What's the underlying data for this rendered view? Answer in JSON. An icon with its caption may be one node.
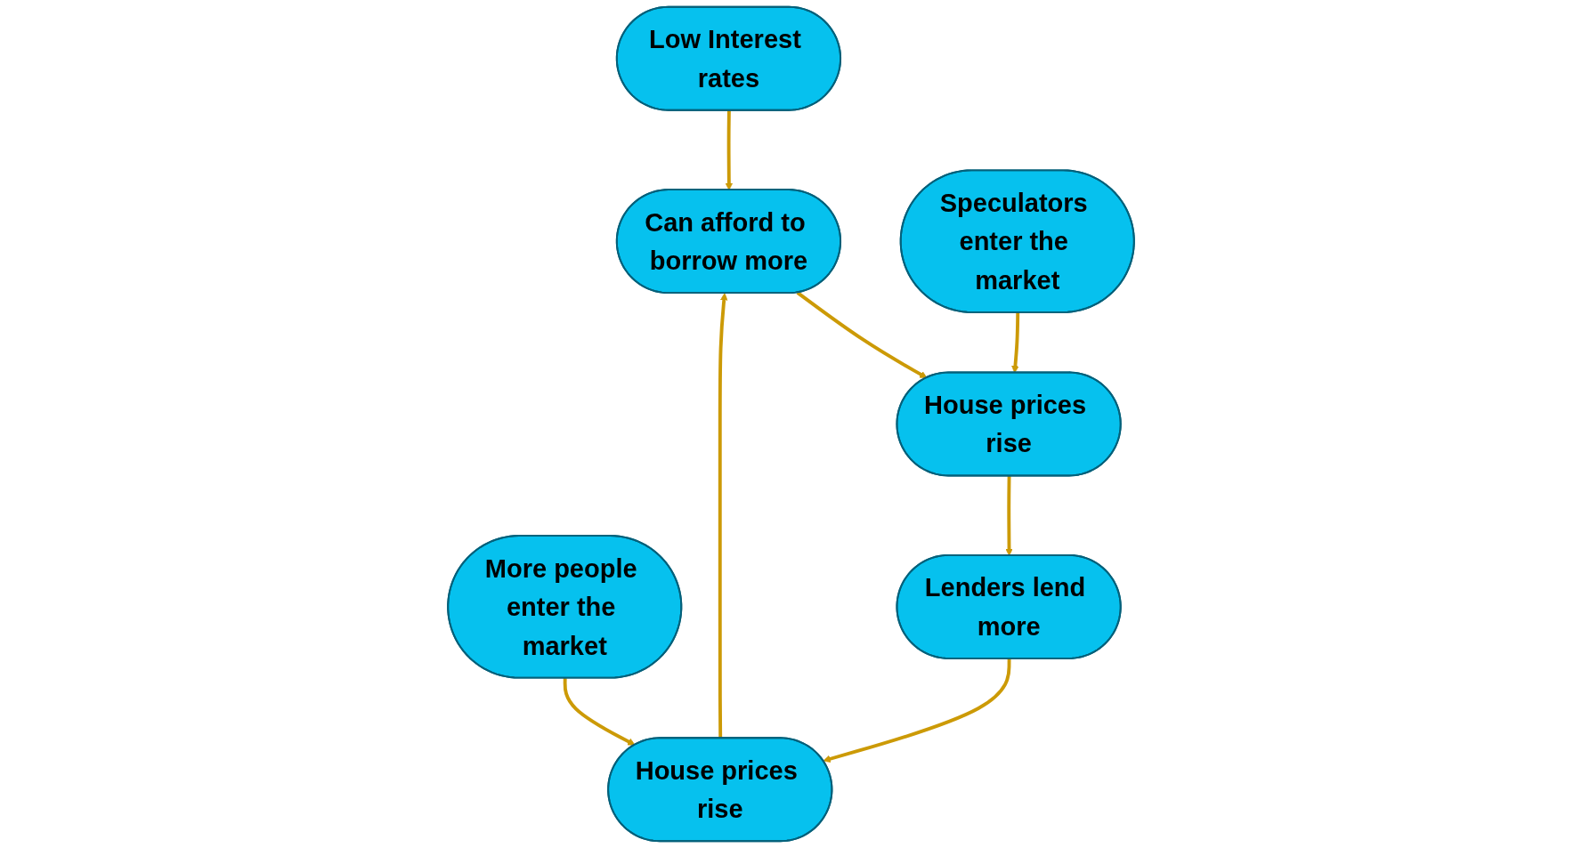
{
  "diagram": {
    "nodes": [
      {
        "text": [
          "Low Interest rates"
        ]
      },
      {
        "text": [
          "Can afford to borrow more"
        ]
      },
      {
        "text": [
          "Speculators enter the market"
        ]
      },
      {
        "text": [
          "House prices rise"
        ]
      },
      {
        "text": [
          "House prices rise"
        ]
      },
      {
        "text": [
          "More people enter the market"
        ]
      },
      {
        "text": [
          "Lenders lend more"
        ]
      }
    ],
    "edges": [
      {
        "from": 0,
        "to": 1,
        "arrow": "to"
      },
      {
        "from": 1,
        "to": 4,
        "arrow": "to"
      },
      {
        "from": 2,
        "to": 4,
        "arrow": "to"
      },
      {
        "from": 4,
        "to": 6,
        "arrow": "to"
      },
      {
        "from": 6,
        "to": 3,
        "arrow": "to"
      },
      {
        "from": 3,
        "to": 1,
        "arrow": "to"
      },
      {
        "from": 5,
        "to": 3,
        "arrow": "to"
      }
    ]
  }
}
